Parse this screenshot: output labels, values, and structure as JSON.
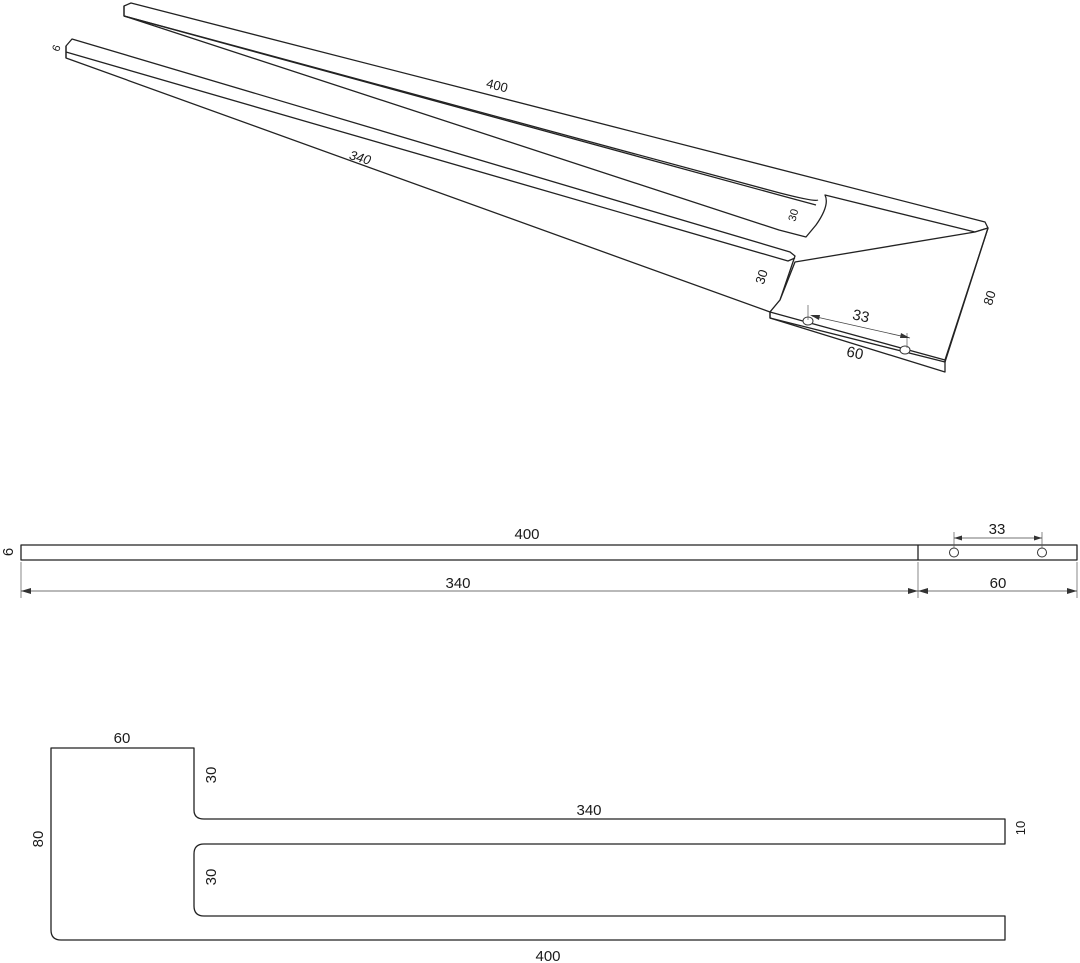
{
  "diagram": {
    "iso": {
      "label_400": "400",
      "label_340": "340",
      "label_6": "6",
      "label_30_upper": "30",
      "label_30_lower": "30",
      "label_80": "80",
      "label_33": "33",
      "label_60": "60"
    },
    "side": {
      "label_6": "6",
      "label_400": "400",
      "label_340": "340",
      "label_33": "33",
      "label_60": "60"
    },
    "top": {
      "label_60": "60",
      "label_30_upper": "30",
      "label_340": "340",
      "label_10": "10",
      "label_80": "80",
      "label_30_lower": "30",
      "label_400": "400"
    }
  }
}
